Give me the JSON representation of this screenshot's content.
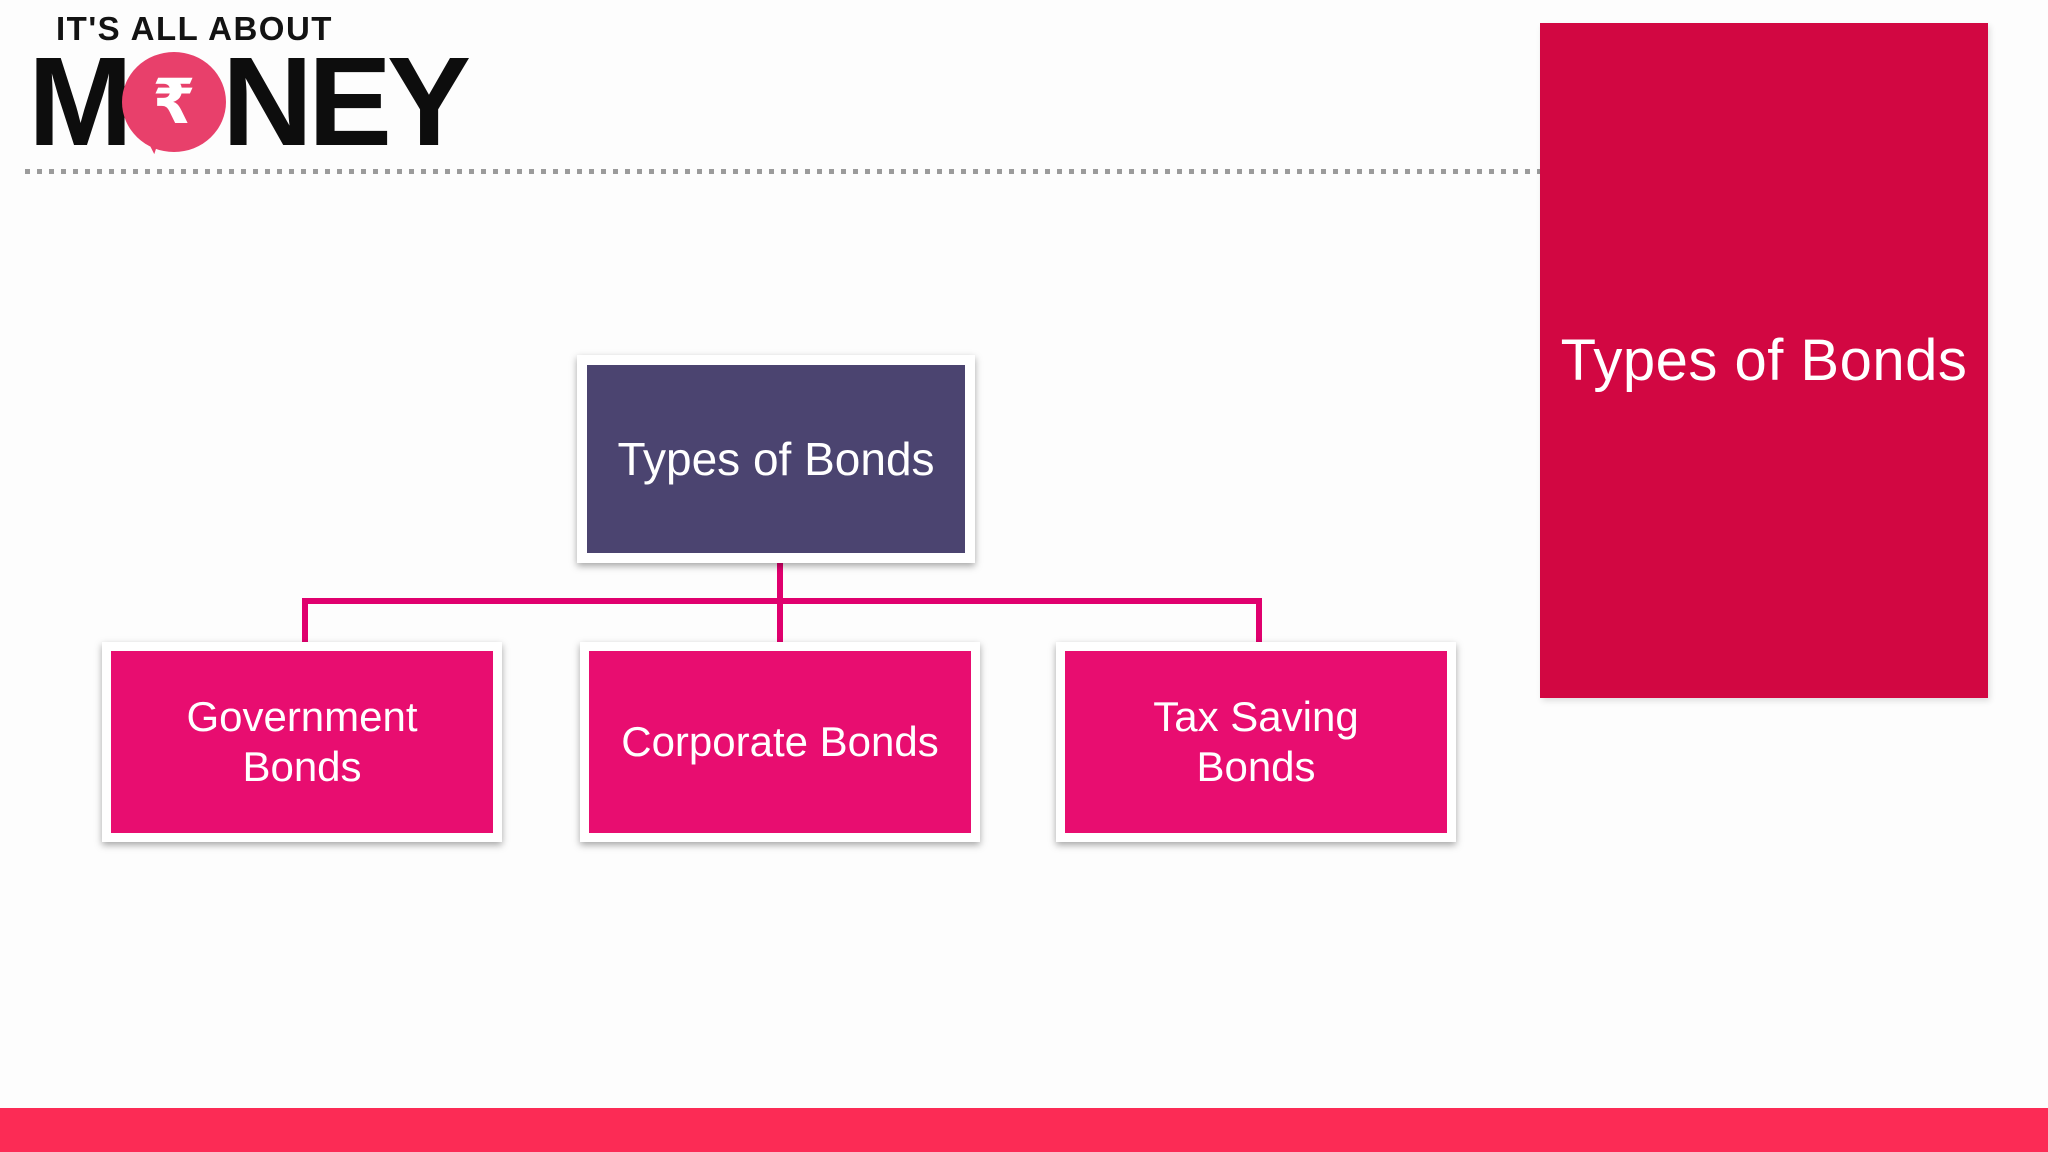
{
  "logo": {
    "tagline": "IT'S ALL ABOUT",
    "wordmark_prefix": "M",
    "wordmark_suffix": "NEY",
    "rupee_symbol": "₹",
    "bubble_color": "#e8406b",
    "text_color": "#131313"
  },
  "separator": {
    "style": "dotted",
    "color": "#9b9b9b"
  },
  "side_panel": {
    "title": "Types of Bonds",
    "bg_color": "#d20742",
    "text_color": "#ffffff"
  },
  "diagram": {
    "root": {
      "label": "Types of Bonds",
      "bg_color": "#4b4470"
    },
    "children": [
      {
        "label": "Government Bonds"
      },
      {
        "label": "Corporate Bonds"
      },
      {
        "label": "Tax Saving Bonds"
      }
    ],
    "child_bg_color": "#e80d70",
    "connector_color": "#e0006e"
  },
  "footer_bar": {
    "bg_color": "#fc2b55"
  }
}
